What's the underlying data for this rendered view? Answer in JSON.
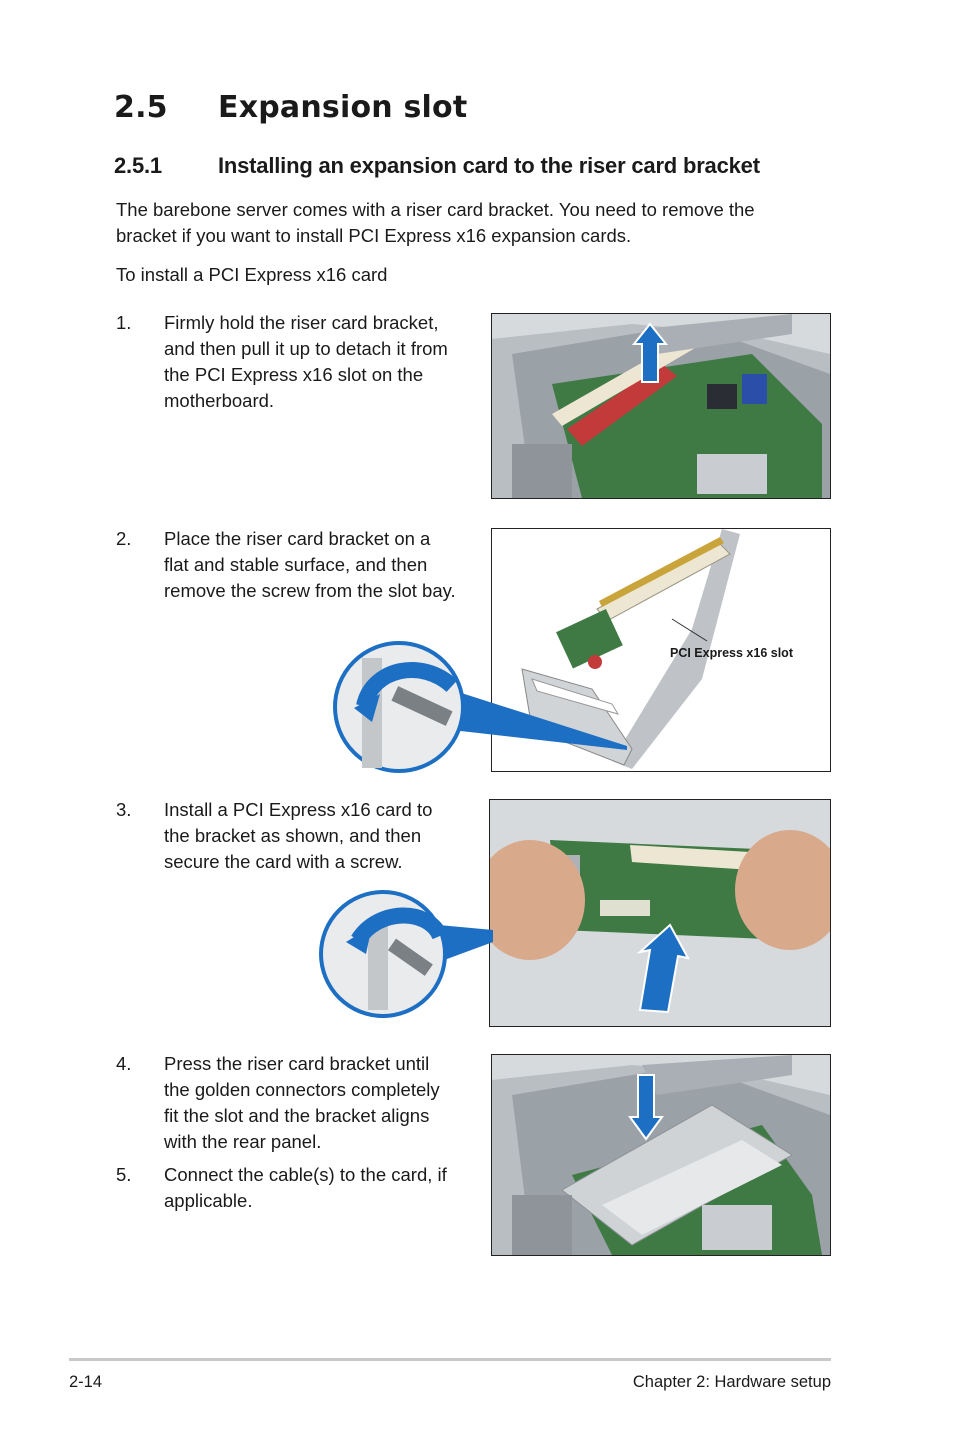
{
  "section": {
    "number": "2.5",
    "title": "Expansion slot"
  },
  "subsection": {
    "number": "2.5.1",
    "title": "Installing an expansion card to the riser card bracket"
  },
  "intro": [
    "The barebone server comes with a riser card bracket. You need to remove the",
    "bracket if you want to install PCI Express x16 expansion cards."
  ],
  "lead": "To install a PCI Express x16 card",
  "steps": [
    {
      "num": "1.",
      "lines": [
        "Firmly hold the riser card bracket,",
        "and then pull it up to detach it from",
        "the PCI Express x16 slot on the",
        "motherboard."
      ]
    },
    {
      "num": "2.",
      "lines": [
        "Place the riser card bracket on a",
        "flat and stable surface, and then",
        "remove the screw from the slot bay."
      ]
    },
    {
      "num": "3.",
      "lines": [
        "Install a PCI Express x16 card to",
        "the bracket as shown, and then",
        "secure the card with a screw."
      ]
    },
    {
      "num": "4.",
      "lines": [
        "Press the riser card bracket until",
        "the golden connectors completely",
        "fit the slot and the bracket aligns",
        "with the rear panel."
      ]
    },
    {
      "num": "5.",
      "lines": [
        "Connect the cable(s) to the card, if",
        "applicable."
      ]
    }
  ],
  "figure_label": "PCI Express x16 slot",
  "footer": {
    "page": "2-14",
    "chapter": "Chapter 2:  Hardware setup"
  },
  "colors": {
    "arrow_blue": "#1d6fc4",
    "pcb_green": "#3f7a45",
    "slot_red": "#c23a3a",
    "slot_white": "#ece6d2"
  }
}
